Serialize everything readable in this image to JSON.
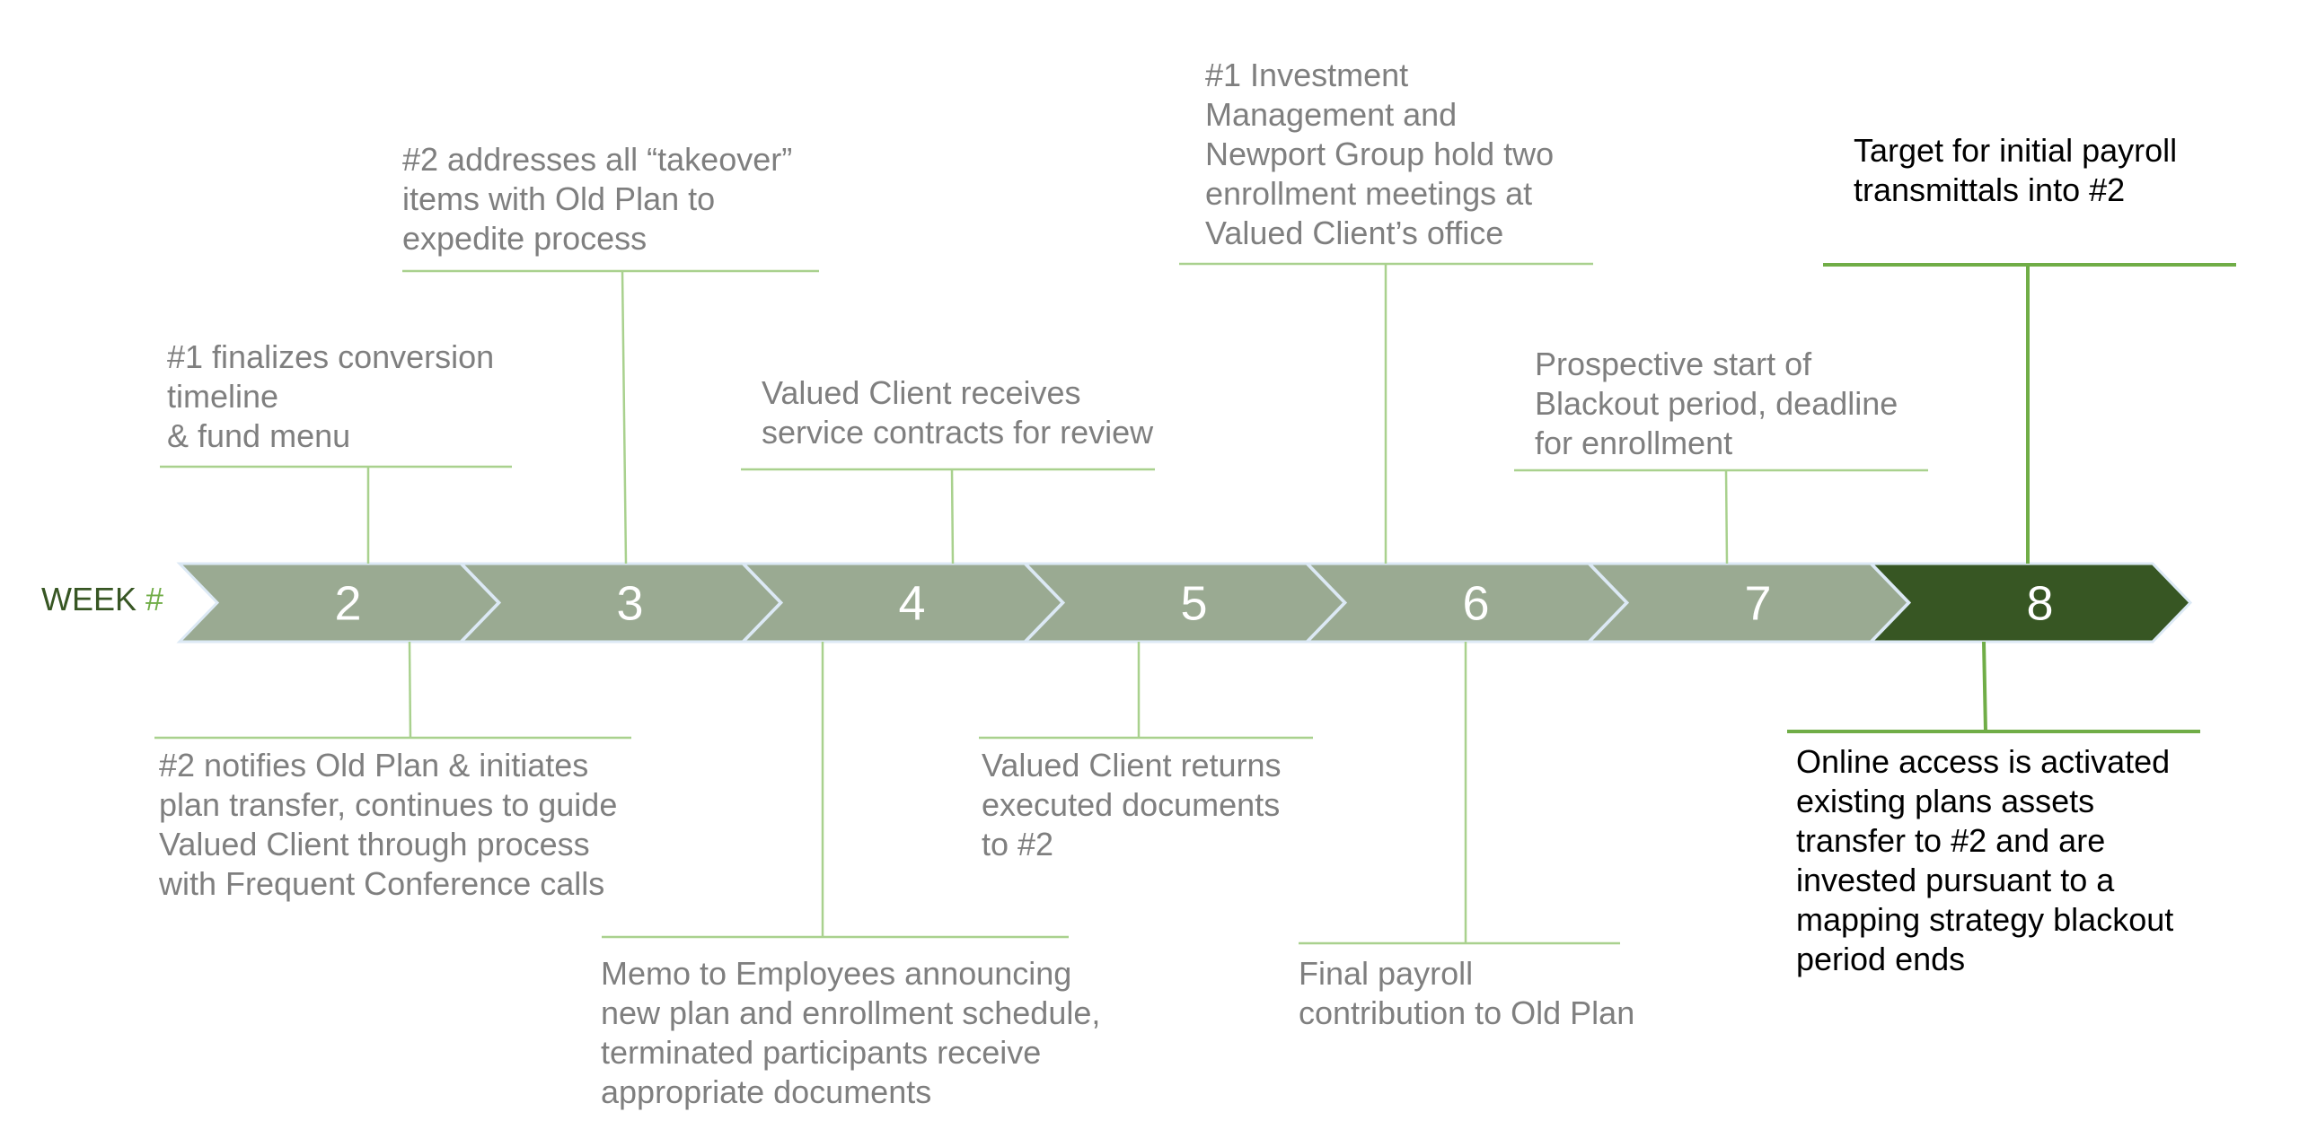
{
  "week_label": {
    "word": "WEEK",
    "symbol": "#"
  },
  "colors": {
    "chevron": "#9aaa92",
    "chevron_active": "#375623",
    "chevron_border": "#dce9f5",
    "connector": "#a9d18e",
    "connector_active": "#70ad47",
    "week_text": "#ffffff",
    "note_text": "#7f7f7f",
    "note_text_active": "#000000"
  },
  "weeks": [
    {
      "number": "2",
      "active": false
    },
    {
      "number": "3",
      "active": false
    },
    {
      "number": "4",
      "active": false
    },
    {
      "number": "5",
      "active": false
    },
    {
      "number": "6",
      "active": false
    },
    {
      "number": "7",
      "active": false
    },
    {
      "number": "8",
      "active": true
    }
  ],
  "notes_above": [
    {
      "week": "2",
      "lines": [
        "#1 finalizes conversion",
        "timeline",
        "& fund menu"
      ]
    },
    {
      "week": "3",
      "lines": [
        "#2 addresses all “takeover”",
        "items with Old Plan to",
        "expedite process"
      ]
    },
    {
      "week": "4",
      "lines": [
        "Valued Client receives",
        "service contracts for review"
      ]
    },
    {
      "week": "6",
      "lines": [
        "#1 Investment",
        "Management and",
        "Newport Group hold two",
        "enrollment meetings at",
        "Valued Client’s office"
      ]
    },
    {
      "week": "7",
      "lines": [
        "Prospective start of",
        "Blackout period, deadline",
        "for enrollment"
      ]
    },
    {
      "week": "8",
      "lines": [
        "Target for initial payroll",
        "transmittals into #2"
      ]
    }
  ],
  "notes_below": [
    {
      "week": "2",
      "lines": [
        "#2 notifies Old Plan & initiates",
        "plan transfer, continues to guide",
        "Valued Client through process",
        "with Frequent Conference calls"
      ]
    },
    {
      "week": "4",
      "lines": [
        "Memo to Employees announcing",
        "new plan and enrollment schedule,",
        "terminated participants receive",
        "appropriate documents"
      ]
    },
    {
      "week": "5",
      "lines": [
        "Valued Client returns",
        "executed documents",
        "to #2"
      ]
    },
    {
      "week": "6",
      "lines": [
        "Final payroll",
        "contribution to Old Plan"
      ]
    },
    {
      "week": "8",
      "lines": [
        "Online access is activated",
        "existing plans assets",
        "transfer to #2 and are",
        "invested pursuant to a",
        "mapping strategy blackout",
        "period ends"
      ]
    }
  ]
}
